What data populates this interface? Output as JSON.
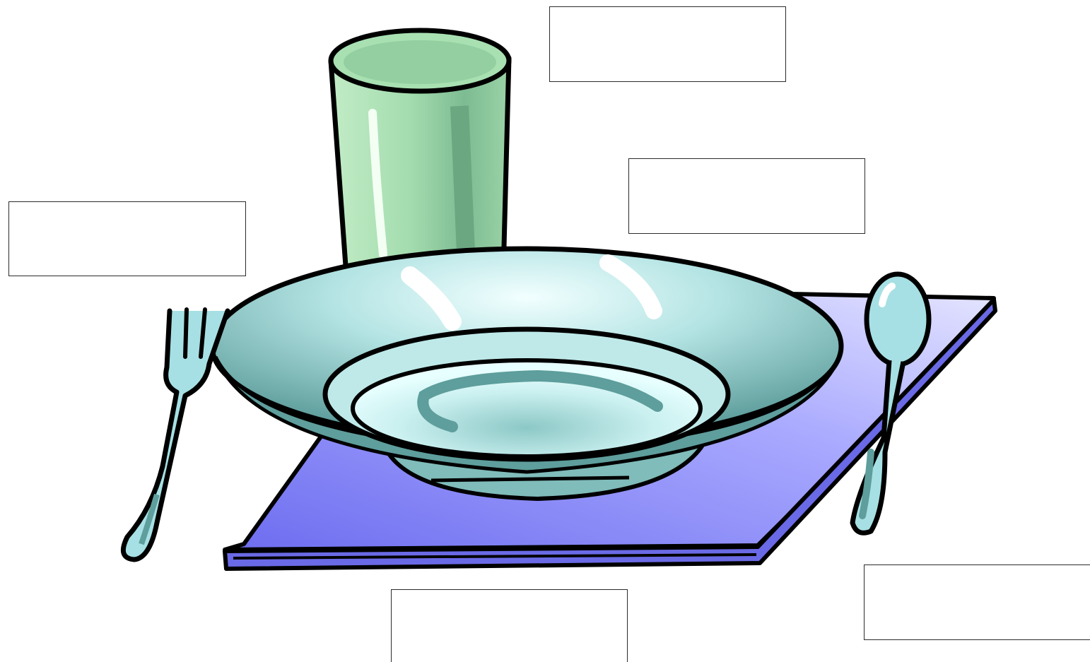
{
  "labels": [
    {
      "id": "box-1",
      "text": ""
    },
    {
      "id": "box-2",
      "text": ""
    },
    {
      "id": "box-3",
      "text": ""
    },
    {
      "id": "box-4",
      "text": ""
    },
    {
      "id": "box-5",
      "text": ""
    }
  ],
  "colors": {
    "glass": "#9ad9a8",
    "glass_shade": "#6fb389",
    "bowl": "#a9dcdc",
    "bowl_shade": "#5e9e9c",
    "placemat": "#8f8ff5",
    "placemat_light": "#c8c8ff",
    "cutlery": "#a6e0e4",
    "outline": "#000000"
  }
}
